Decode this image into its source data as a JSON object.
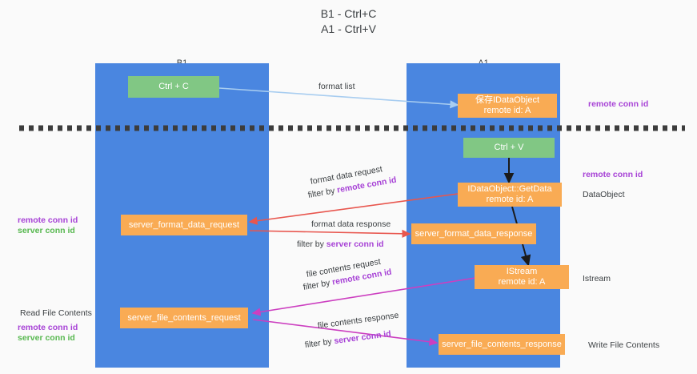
{
  "title": {
    "line1": "B1 - Ctrl+C",
    "line2": "A1 - Ctrl+V"
  },
  "columns": [
    {
      "id": "b1",
      "name": "B1",
      "role": "connection"
    },
    {
      "id": "a1",
      "name": "A1",
      "role": "remote"
    }
  ],
  "nodes": {
    "ctrl_c": {
      "label": "Ctrl + C",
      "color": "#81c784"
    },
    "save_idataobject": {
      "line1": "保存IDataObject",
      "line2": "remote id: A",
      "color": "#f9ab54"
    },
    "ctrl_v": {
      "label": "Ctrl + V",
      "color": "#81c784"
    },
    "idataobject_getdata": {
      "line1": "IDataObject::GetData",
      "line2": "remote id: A",
      "color": "#f9ab54"
    },
    "server_format_data_request": {
      "label": "server_format_data_request",
      "color": "#f9ab54"
    },
    "server_format_data_response": {
      "label": "server_format_data_response",
      "color": "#f9ab54"
    },
    "istream": {
      "line1": "IStream",
      "line2": "remote id: A",
      "color": "#f9ab54"
    },
    "server_file_contents_request": {
      "label": "server_file_contents_request",
      "color": "#f9ab54"
    },
    "server_file_contents_response": {
      "label": "server_file_contents_response",
      "color": "#f9ab54"
    }
  },
  "edge_labels": {
    "format_list": "format list",
    "format_data_request": "format data request",
    "format_data_request_filter_prefix": "filter by ",
    "format_data_request_filter_key": "remote conn id",
    "format_data_response": "format data response",
    "format_data_response_filter_prefix": "filter by ",
    "format_data_response_filter_key": "server conn id",
    "file_contents_request": "file contents request",
    "file_contents_request_filter_prefix": "filter by ",
    "file_contents_request_filter_key": "remote conn id",
    "file_contents_response": "file contents response",
    "file_contents_response_filter_prefix": "filter by ",
    "file_contents_response_filter_key": "server conn id"
  },
  "annotations": {
    "right_remote_conn_id_top": "remote conn id",
    "right_remote_conn_id_mid": "remote conn id",
    "right_dataobject": "DataObject",
    "right_istream": "Istream",
    "right_write_file_contents": "Write File Contents",
    "left_remote_conn_id_mid": "remote conn id",
    "left_server_conn_id_mid": "server conn id",
    "left_read_file_contents": "Read File Contents",
    "left_remote_conn_id_bot": "remote conn id",
    "left_server_conn_id_bot": "server conn id"
  },
  "colors": {
    "lane": "#4a86e0",
    "green_node": "#81c784",
    "orange_node": "#f9ab54",
    "purple_key": "#a742d6",
    "green_key": "#57b84f",
    "arrow_blue": "#a8cdf0",
    "arrow_red": "#e8564e",
    "arrow_magenta": "#cc3fc0",
    "arrow_black": "#1b1b1b",
    "divider": "#3c3c3c",
    "background": "#fafafa",
    "text": "#3c4043"
  }
}
